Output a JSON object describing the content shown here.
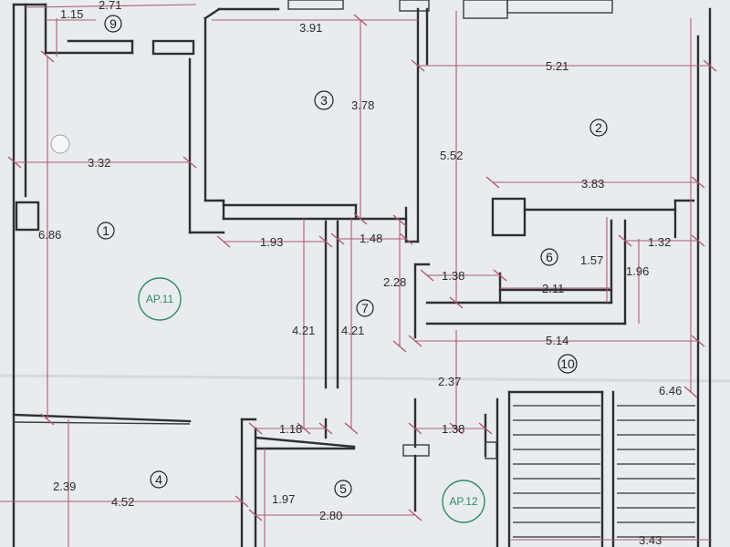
{
  "rooms": [
    {
      "label": "1"
    },
    {
      "label": "2"
    },
    {
      "label": "3"
    },
    {
      "label": "4"
    },
    {
      "label": "5"
    },
    {
      "label": "6"
    },
    {
      "label": "7"
    },
    {
      "label": "9"
    },
    {
      "label": "10"
    }
  ],
  "apartments": [
    {
      "label": "AP.11"
    },
    {
      "label": "AP.12"
    }
  ],
  "dimensions": [
    "2.71",
    "1.15",
    "3.91",
    "5.21",
    "3.78",
    "3.32",
    "5.52",
    "3.83",
    "6.86",
    "1.93",
    "1.48",
    "1.57",
    "1.32",
    "2.28",
    "1.38",
    "2.11",
    "1.96",
    "4.21",
    "4.21",
    "5.14",
    "2.37",
    "6.46",
    "1.18",
    "1.38",
    "2.39",
    "4.52",
    "1.97",
    "2.80",
    "3.43"
  ]
}
